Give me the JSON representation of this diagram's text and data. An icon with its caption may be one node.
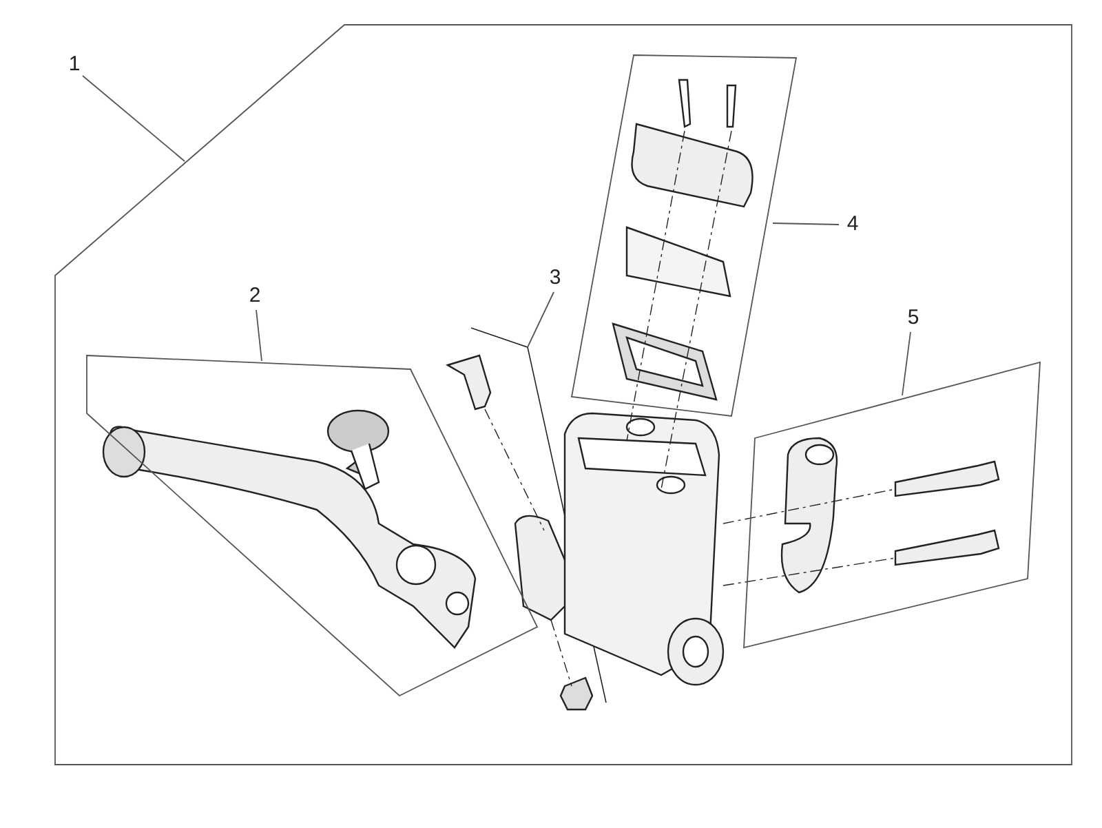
{
  "diagram": {
    "nodes": [
      {
        "text": [
          "1"
        ]
      },
      {
        "text": [],
        "shape": "box"
      },
      {
        "text": [
          "2"
        ],
        "in": 1
      },
      {
        "text": [],
        "shape": "box",
        "in": 1
      },
      {
        "text": [
          "3"
        ],
        "in": 1
      },
      {
        "text": [
          "4"
        ],
        "in": 1
      },
      {
        "text": [],
        "shape": "box",
        "in": 1
      },
      {
        "text": [
          "5"
        ],
        "in": 1
      },
      {
        "text": [],
        "shape": "box",
        "in": 1
      }
    ],
    "edges": [
      {
        "from": 0,
        "to": 1,
        "arrow": "none"
      },
      {
        "from": 2,
        "to": 3,
        "arrow": "none"
      },
      {
        "from": 4,
        "to": null,
        "arrow": "none"
      },
      {
        "from": 5,
        "to": 6,
        "arrow": "none"
      },
      {
        "from": 7,
        "to": 8,
        "arrow": "none"
      }
    ]
  }
}
